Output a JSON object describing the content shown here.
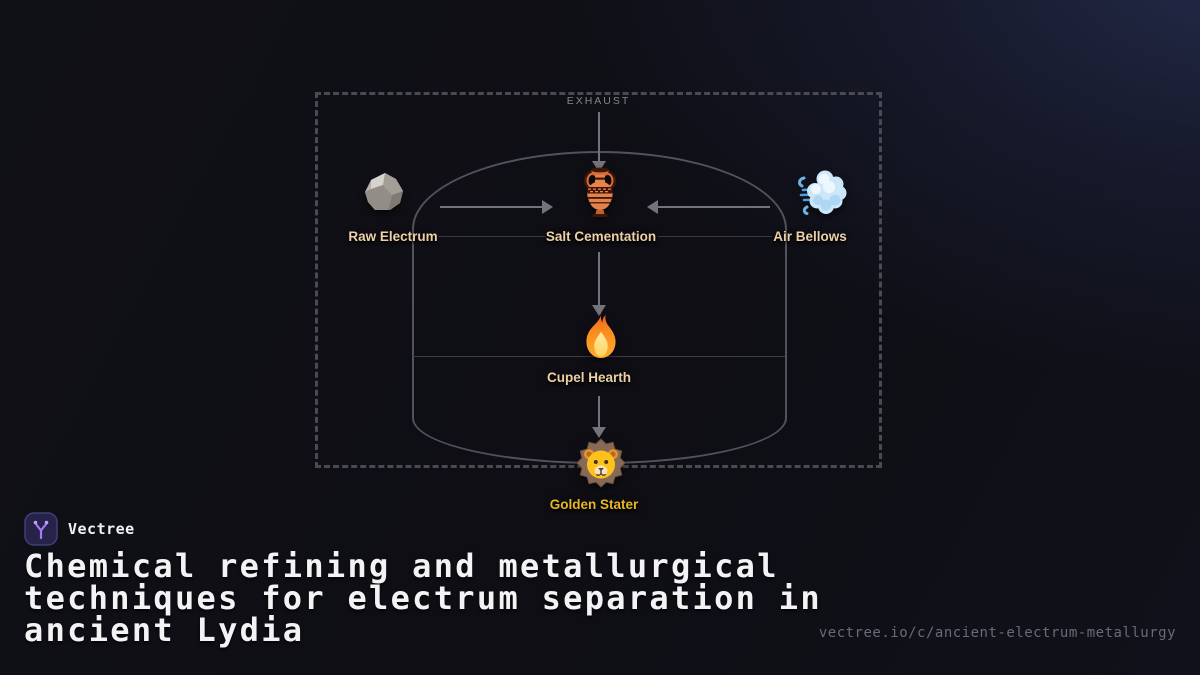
{
  "diagram": {
    "cluster_label": "EXHAUST",
    "nodes": [
      {
        "label": "Raw Electrum",
        "icon": "rock-icon"
      },
      {
        "label": "Salt Cementation",
        "icon": "amphora-icon"
      },
      {
        "label": "Air Bellows",
        "icon": "wind-icon"
      },
      {
        "label": "Cupel Hearth",
        "icon": "fire-icon"
      },
      {
        "label": "Golden Stater",
        "icon": "lion-icon"
      }
    ],
    "colors": {
      "node_label": "#ecd0a6",
      "highlight_label": "#e9b71f",
      "edge": "#73737b",
      "cluster_border": "#4a4a53",
      "container_border": "#52525c"
    }
  },
  "branding": {
    "name": "Vectree",
    "logo_icon": "vectree-logo-icon",
    "accent": "#a678f2"
  },
  "title": {
    "lines": [
      "Chemical refining and metallurgical",
      "techniques for electrum separation in",
      "ancient Lydia"
    ]
  },
  "footer": {
    "url": "vectree.io/c/ancient-electrum-metallurgy"
  }
}
